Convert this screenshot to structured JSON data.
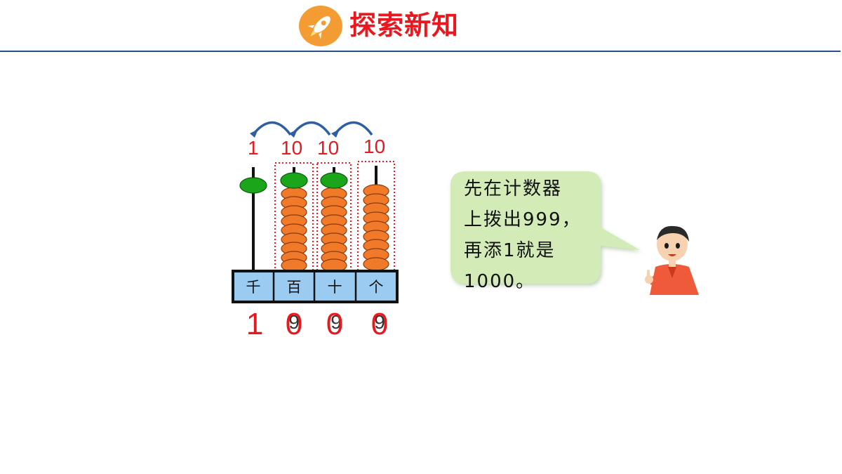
{
  "header": {
    "badge_icon": "rocket-icon",
    "title": "探索新知",
    "badge_color": "#f39c34",
    "title_color": "#e8181e",
    "rule_color": "#2c4f8e"
  },
  "abacus": {
    "carry_labels": [
      "1",
      "10",
      "10",
      "10"
    ],
    "places": [
      "千",
      "百",
      "十",
      "个"
    ],
    "digits_new": [
      "1",
      "0",
      "0",
      "0"
    ],
    "digits_old": [
      "",
      "9",
      "9",
      "9"
    ],
    "bead_color": "#f07a2a",
    "top_bead_color": "#1aa51a",
    "base_color": "#9ccbf2",
    "accent_red": "#e8181e"
  },
  "speech_bubble": {
    "line1": "先在计数器",
    "line2": "上拨出999，",
    "line3": "再添1就是",
    "line4": "1000。",
    "fill_color": "#d3ebb7"
  },
  "character": {
    "icon": "boy-pointing-icon"
  }
}
